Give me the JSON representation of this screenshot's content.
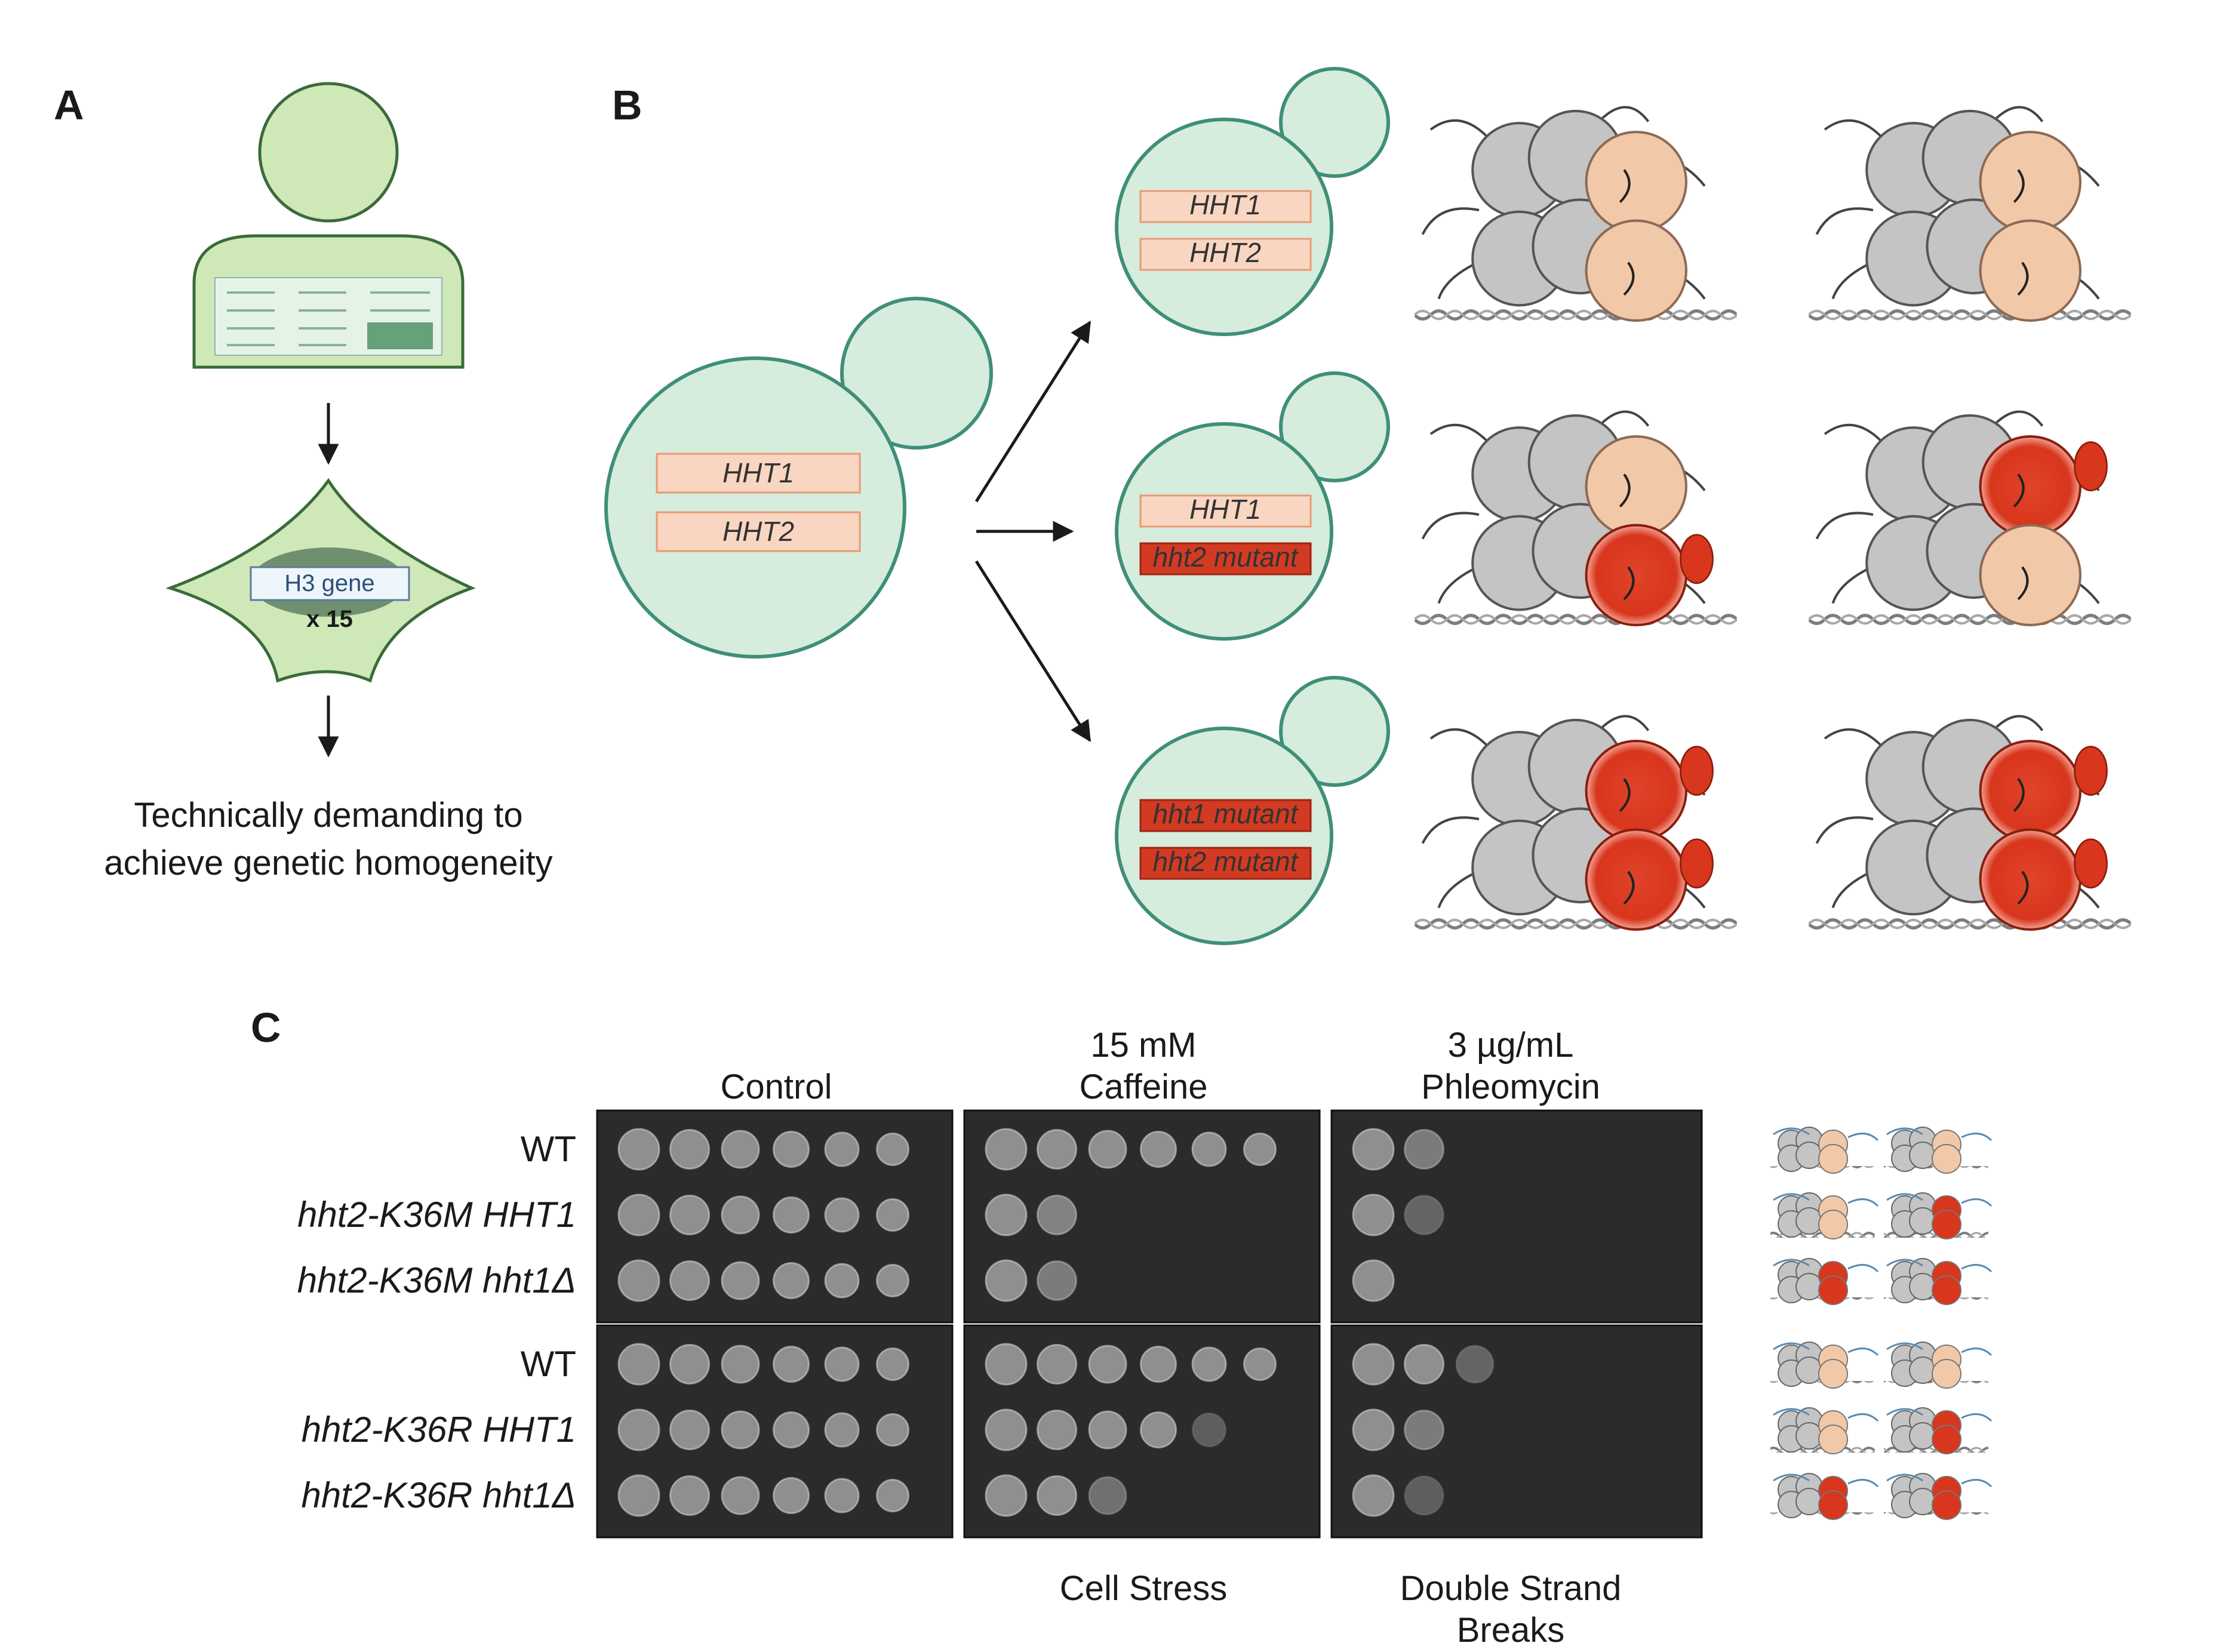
{
  "panels": {
    "a": "A",
    "b": "B",
    "c": "C"
  },
  "panel_a": {
    "gene_box": "H3 gene",
    "copies": "x 15",
    "caption_line1": "Technically demanding to",
    "caption_line2": "achieve genetic homogeneity"
  },
  "panel_b": {
    "parent_genes": [
      "HHT1",
      "HHT2"
    ],
    "daughters": [
      {
        "genes": [
          {
            "label": "HHT1",
            "mutant": false
          },
          {
            "label": "HHT2",
            "mutant": false
          }
        ],
        "nucleosome_mutant": [
          false,
          false
        ]
      },
      {
        "genes": [
          {
            "label": "HHT1",
            "mutant": false
          },
          {
            "label": "hht2 mutant",
            "mutant": true
          }
        ],
        "nucleosome_mutant": [
          true,
          true
        ]
      },
      {
        "genes": [
          {
            "label": "hht1 mutant",
            "mutant": true
          },
          {
            "label": "hht2 mutant",
            "mutant": true
          }
        ],
        "nucleosome_mutant": [
          true,
          true
        ]
      }
    ]
  },
  "panel_c": {
    "conditions": {
      "control": "Control",
      "caffeine_line1": "15 mM",
      "caffeine_line2": "Caffeine",
      "phleo_line1": "3 µg/mL",
      "phleo_line2": "Phleomycin"
    },
    "groups": [
      {
        "strains": [
          {
            "label": "WT",
            "italic": false,
            "growth": [
              6,
              6,
              1.7
            ]
          },
          {
            "label": "hht2-K36M HHT1",
            "italic": true,
            "growth": [
              6,
              1.8,
              1.3
            ]
          },
          {
            "label": "hht2-K36M hht1Δ",
            "italic": true,
            "growth": [
              6,
              1.7,
              1.0
            ]
          }
        ]
      },
      {
        "strains": [
          {
            "label": "WT",
            "italic": false,
            "growth": [
              6,
              6,
              2.3
            ]
          },
          {
            "label": "hht2-K36R HHT1",
            "italic": true,
            "growth": [
              6,
              4.2,
              1.7
            ]
          },
          {
            "label": "hht2-K36R hht1Δ",
            "italic": true,
            "growth": [
              6,
              2.5,
              1.2
            ]
          }
        ]
      }
    ],
    "bottom_labels": {
      "stress": "Cell Stress",
      "dsb_line1": "Double Strand",
      "dsb_line2": "Breaks"
    }
  },
  "colors": {
    "cell_fill": "#d6ecdc",
    "cell_stroke": "#3f8f78",
    "gene_box": "#f9d6c2",
    "gene_mutant": "#d33a22",
    "histone_grey": "#c4c4c4",
    "histone_peach": "#f2c9a8",
    "histone_red": "#d8361d",
    "plate": "#2b2b2b"
  }
}
